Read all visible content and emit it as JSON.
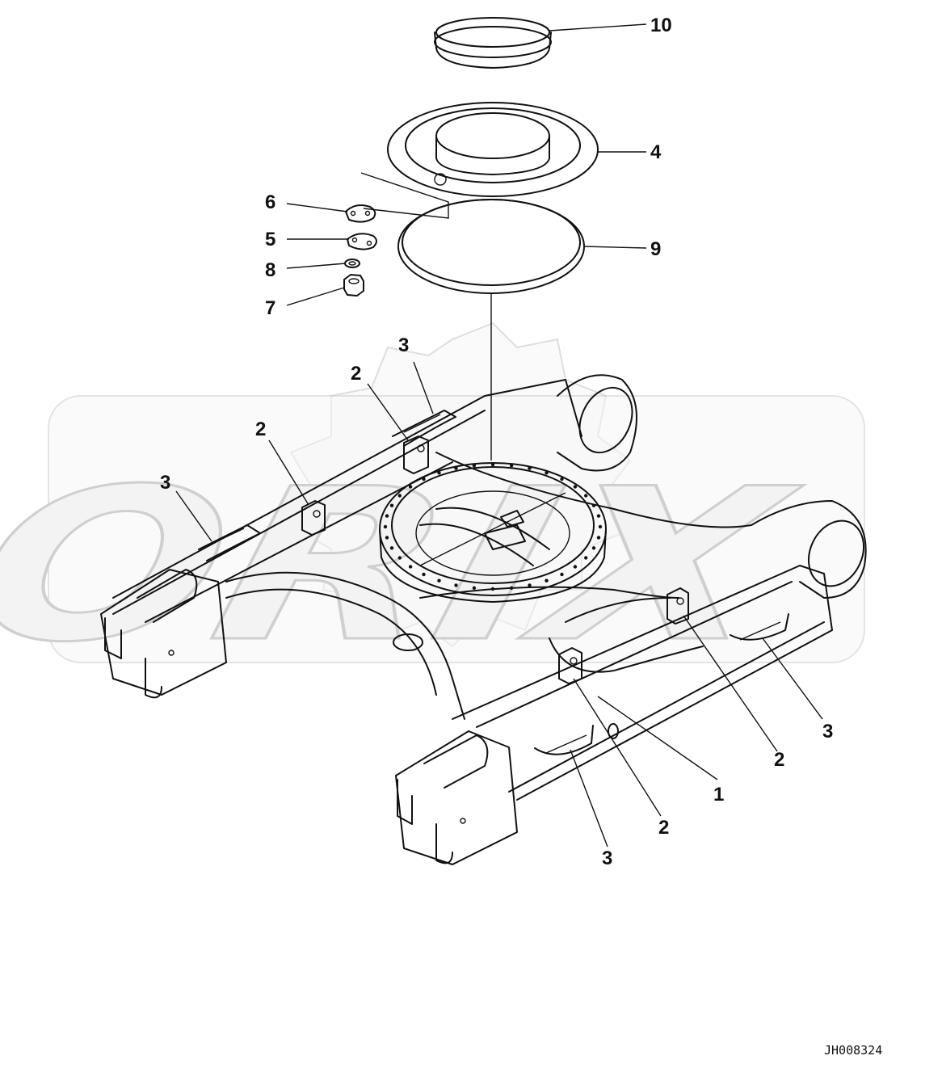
{
  "drawing_code": "JH008324",
  "watermark_text": "ORIX",
  "callouts": [
    {
      "id": "c10",
      "label": "10"
    },
    {
      "id": "c4",
      "label": "4"
    },
    {
      "id": "c6",
      "label": "6"
    },
    {
      "id": "c5",
      "label": "5"
    },
    {
      "id": "c9",
      "label": "9"
    },
    {
      "id": "c8",
      "label": "8"
    },
    {
      "id": "c7",
      "label": "7"
    },
    {
      "id": "c3a",
      "label": "3"
    },
    {
      "id": "c2a",
      "label": "2"
    },
    {
      "id": "c2b",
      "label": "2"
    },
    {
      "id": "c3b",
      "label": "3"
    },
    {
      "id": "c3c",
      "label": "3"
    },
    {
      "id": "c2c",
      "label": "2"
    },
    {
      "id": "c1",
      "label": "1"
    },
    {
      "id": "c2d",
      "label": "2"
    },
    {
      "id": "c3d",
      "label": "3"
    }
  ]
}
